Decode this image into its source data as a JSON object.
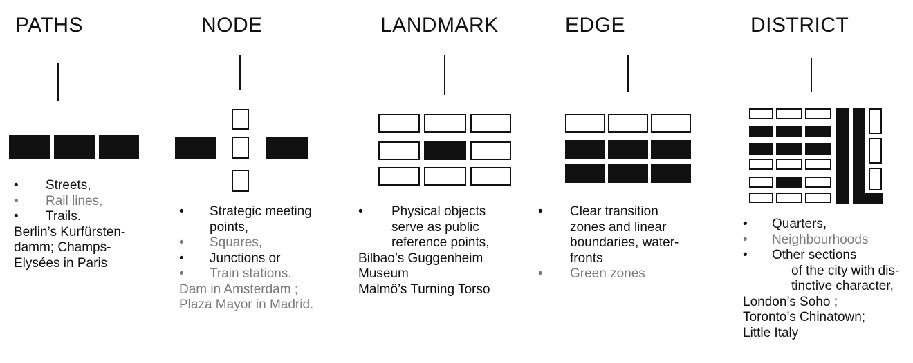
{
  "columns": [
    {
      "id": "paths",
      "title": "PATHS",
      "lines": [
        {
          "bullet": "•",
          "text": "Streets,",
          "gray": false
        },
        {
          "bullet": "•",
          "text": "Rail lines,",
          "gray": true
        },
        {
          "bullet": "•",
          "text": "Trails.",
          "gray": false
        },
        {
          "bullet": "",
          "text": "Berlin’s Kurfürsten-",
          "gray": false
        },
        {
          "bullet": "",
          "text": "damm; Champs-",
          "gray": false
        },
        {
          "bullet": "",
          "text": "Elysées in Paris",
          "gray": false
        }
      ]
    },
    {
      "id": "node",
      "title": "NODE",
      "lines": [
        {
          "bullet": "•",
          "text": "Strategic meeting",
          "gray": false
        },
        {
          "bullet": "",
          "text": "points,",
          "gray": false
        },
        {
          "bullet": "•",
          "text": "Squares,",
          "gray": true
        },
        {
          "bullet": "•",
          "text": "Junctions or",
          "gray": false
        },
        {
          "bullet": "•",
          "text": "Train stations.",
          "gray": true
        },
        {
          "bullet": "",
          "text": "Dam in Amsterdam ;",
          "gray": true
        },
        {
          "bullet": "",
          "text": "Plaza Mayor in Madrid.",
          "gray": true
        }
      ]
    },
    {
      "id": "landmark",
      "title": "LANDMARK",
      "lines": [
        {
          "bullet": "•",
          "text": "Physical objects",
          "gray": false
        },
        {
          "bullet": "",
          "text": "serve as public",
          "gray": false
        },
        {
          "bullet": "",
          "text": "reference points,",
          "gray": false
        },
        {
          "bullet": "",
          "text": "Bilbao’s Guggenheim",
          "gray": false
        },
        {
          "bullet": "",
          "text": "Museum",
          "gray": false
        },
        {
          "bullet": "",
          "text": "Malmö’s Turning Torso",
          "gray": false
        }
      ]
    },
    {
      "id": "edge",
      "title": "EDGE",
      "lines": [
        {
          "bullet": "•",
          "text": "Clear transition",
          "gray": false
        },
        {
          "bullet": "",
          "text": "zones and linear",
          "gray": false
        },
        {
          "bullet": "",
          "text": "boundaries, water-",
          "gray": false
        },
        {
          "bullet": "",
          "text": "fronts",
          "gray": false
        },
        {
          "bullet": "•",
          "text": "Green zones",
          "gray": true
        }
      ]
    },
    {
      "id": "district",
      "title": "DISTRICT",
      "lines": [
        {
          "bullet": "•",
          "text": "Quarters,",
          "gray": false
        },
        {
          "bullet": "•",
          "text": "Neighbourhoods",
          "gray": true
        },
        {
          "bullet": "•",
          "text": "Other sections",
          "gray": false
        },
        {
          "bullet": "",
          "text": "of the city with dis-",
          "gray": false
        },
        {
          "bullet": "",
          "text": "tinctive character,",
          "gray": false
        },
        {
          "bullet": "",
          "text": "London’s Soho ;",
          "gray": false
        },
        {
          "bullet": "",
          "text": "Toronto’s Chinatown;",
          "gray": false
        },
        {
          "bullet": "",
          "text": "Little Italy",
          "gray": false
        }
      ]
    }
  ]
}
